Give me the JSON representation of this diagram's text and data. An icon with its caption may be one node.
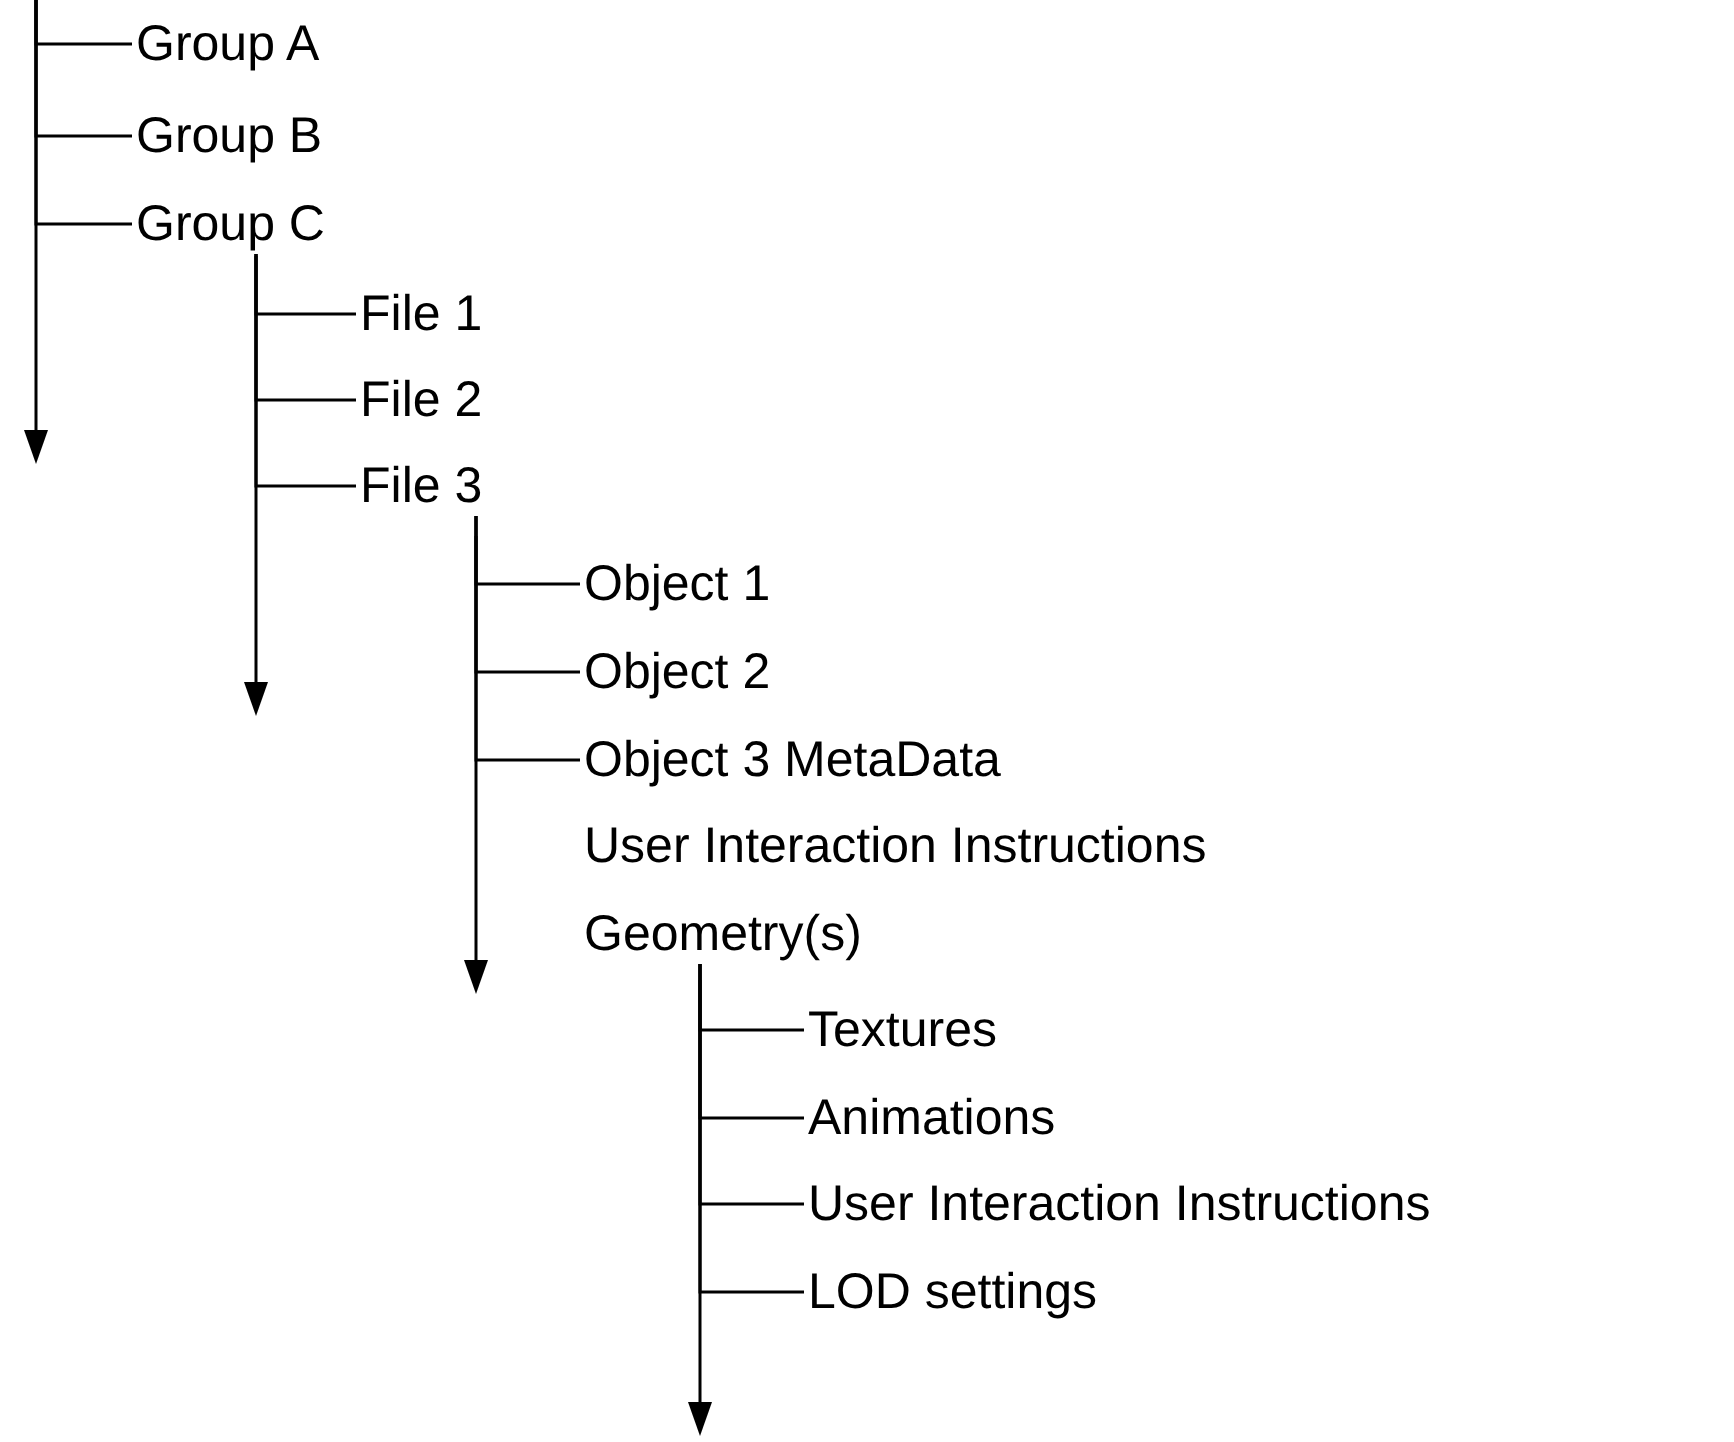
{
  "diagram": {
    "nodes": [
      {
        "text": [
          "Group A"
        ]
      },
      {
        "text": [
          "Group B"
        ]
      },
      {
        "text": [
          "Group C"
        ]
      },
      {
        "text": [
          "File 1"
        ]
      },
      {
        "text": [
          "File 2"
        ]
      },
      {
        "text": [
          "File 3"
        ]
      },
      {
        "text": [
          "Object 1"
        ]
      },
      {
        "text": [
          "Object 2"
        ]
      },
      {
        "text": [
          "Object 3 MetaData"
        ]
      },
      {
        "text": [
          "Geometry(s)"
        ]
      },
      {
        "text": [
          "Textures"
        ]
      },
      {
        "text": [
          "Animations"
        ]
      },
      {
        "text": [
          "User Interaction Instructions"
        ]
      },
      {
        "text": [
          "LOD settings"
        ]
      }
    ],
    "edges": [
      {
        "from": null,
        "to": 0,
        "arrow": "none"
      },
      {
        "from": null,
        "to": 1,
        "arrow": "none"
      },
      {
        "from": null,
        "to": 2,
        "arrow": "none"
      },
      {
        "from": 2,
        "to": 3,
        "arrow": "none"
      },
      {
        "from": 2,
        "to": 4,
        "arrow": "none"
      },
      {
        "from": 2,
        "to": 5,
        "arrow": "none"
      },
      {
        "from": 5,
        "to": 6,
        "arrow": "none"
      },
      {
        "from": 5,
        "to": 7,
        "arrow": "none"
      },
      {
        "from": 5,
        "to": 8,
        "arrow": "none"
      },
      {
        "from": 9,
        "to": 10,
        "arrow": "none"
      },
      {
        "from": 9,
        "to": 11,
        "arrow": "none"
      },
      {
        "from": 9,
        "to": 12,
        "arrow": "none"
      },
      {
        "from": 9,
        "to": 13,
        "arrow": "none"
      }
    ],
    "labels": [
      "User Interaction Instructions"
    ]
  }
}
